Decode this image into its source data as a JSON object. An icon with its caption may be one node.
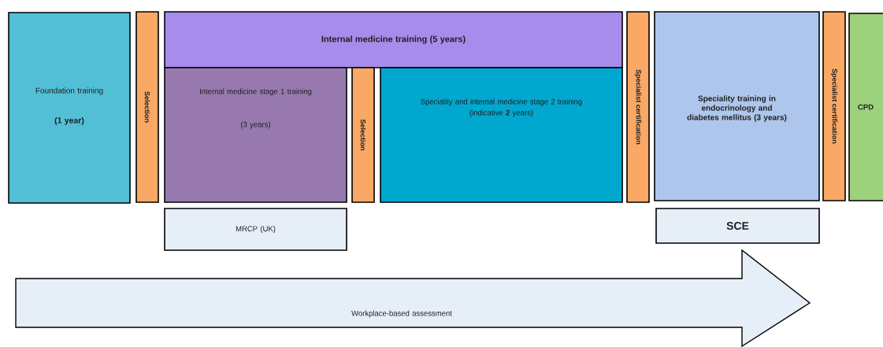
{
  "diagram": {
    "nodes": [
      {
        "text": [
          "Foundation training",
          "(1 year)"
        ]
      },
      {
        "text": [
          "Selection"
        ]
      },
      {
        "text": [
          "Internal medicine training (5 years)"
        ]
      },
      {
        "text": [
          "Internal medicine stage 1 training",
          "(3 years)"
        ]
      },
      {
        "text": [
          "Selection"
        ]
      },
      {
        "text": [
          "Speciality and internal medicine stage 2 training",
          "(indicative **2** years)"
        ]
      },
      {
        "text": [
          "Specialist certification"
        ]
      },
      {
        "text": [
          "Speciality training in endocrinology and diabetes mellitus (3 years)"
        ]
      },
      {
        "text": [
          "Specialist certification"
        ]
      },
      {
        "text": [
          "CPD"
        ]
      },
      {
        "text": [
          "MRCP (UK)"
        ]
      },
      {
        "text": [
          "SCE"
        ]
      },
      {
        "text": [
          "Workplace-based assessment"
        ]
      }
    ]
  }
}
